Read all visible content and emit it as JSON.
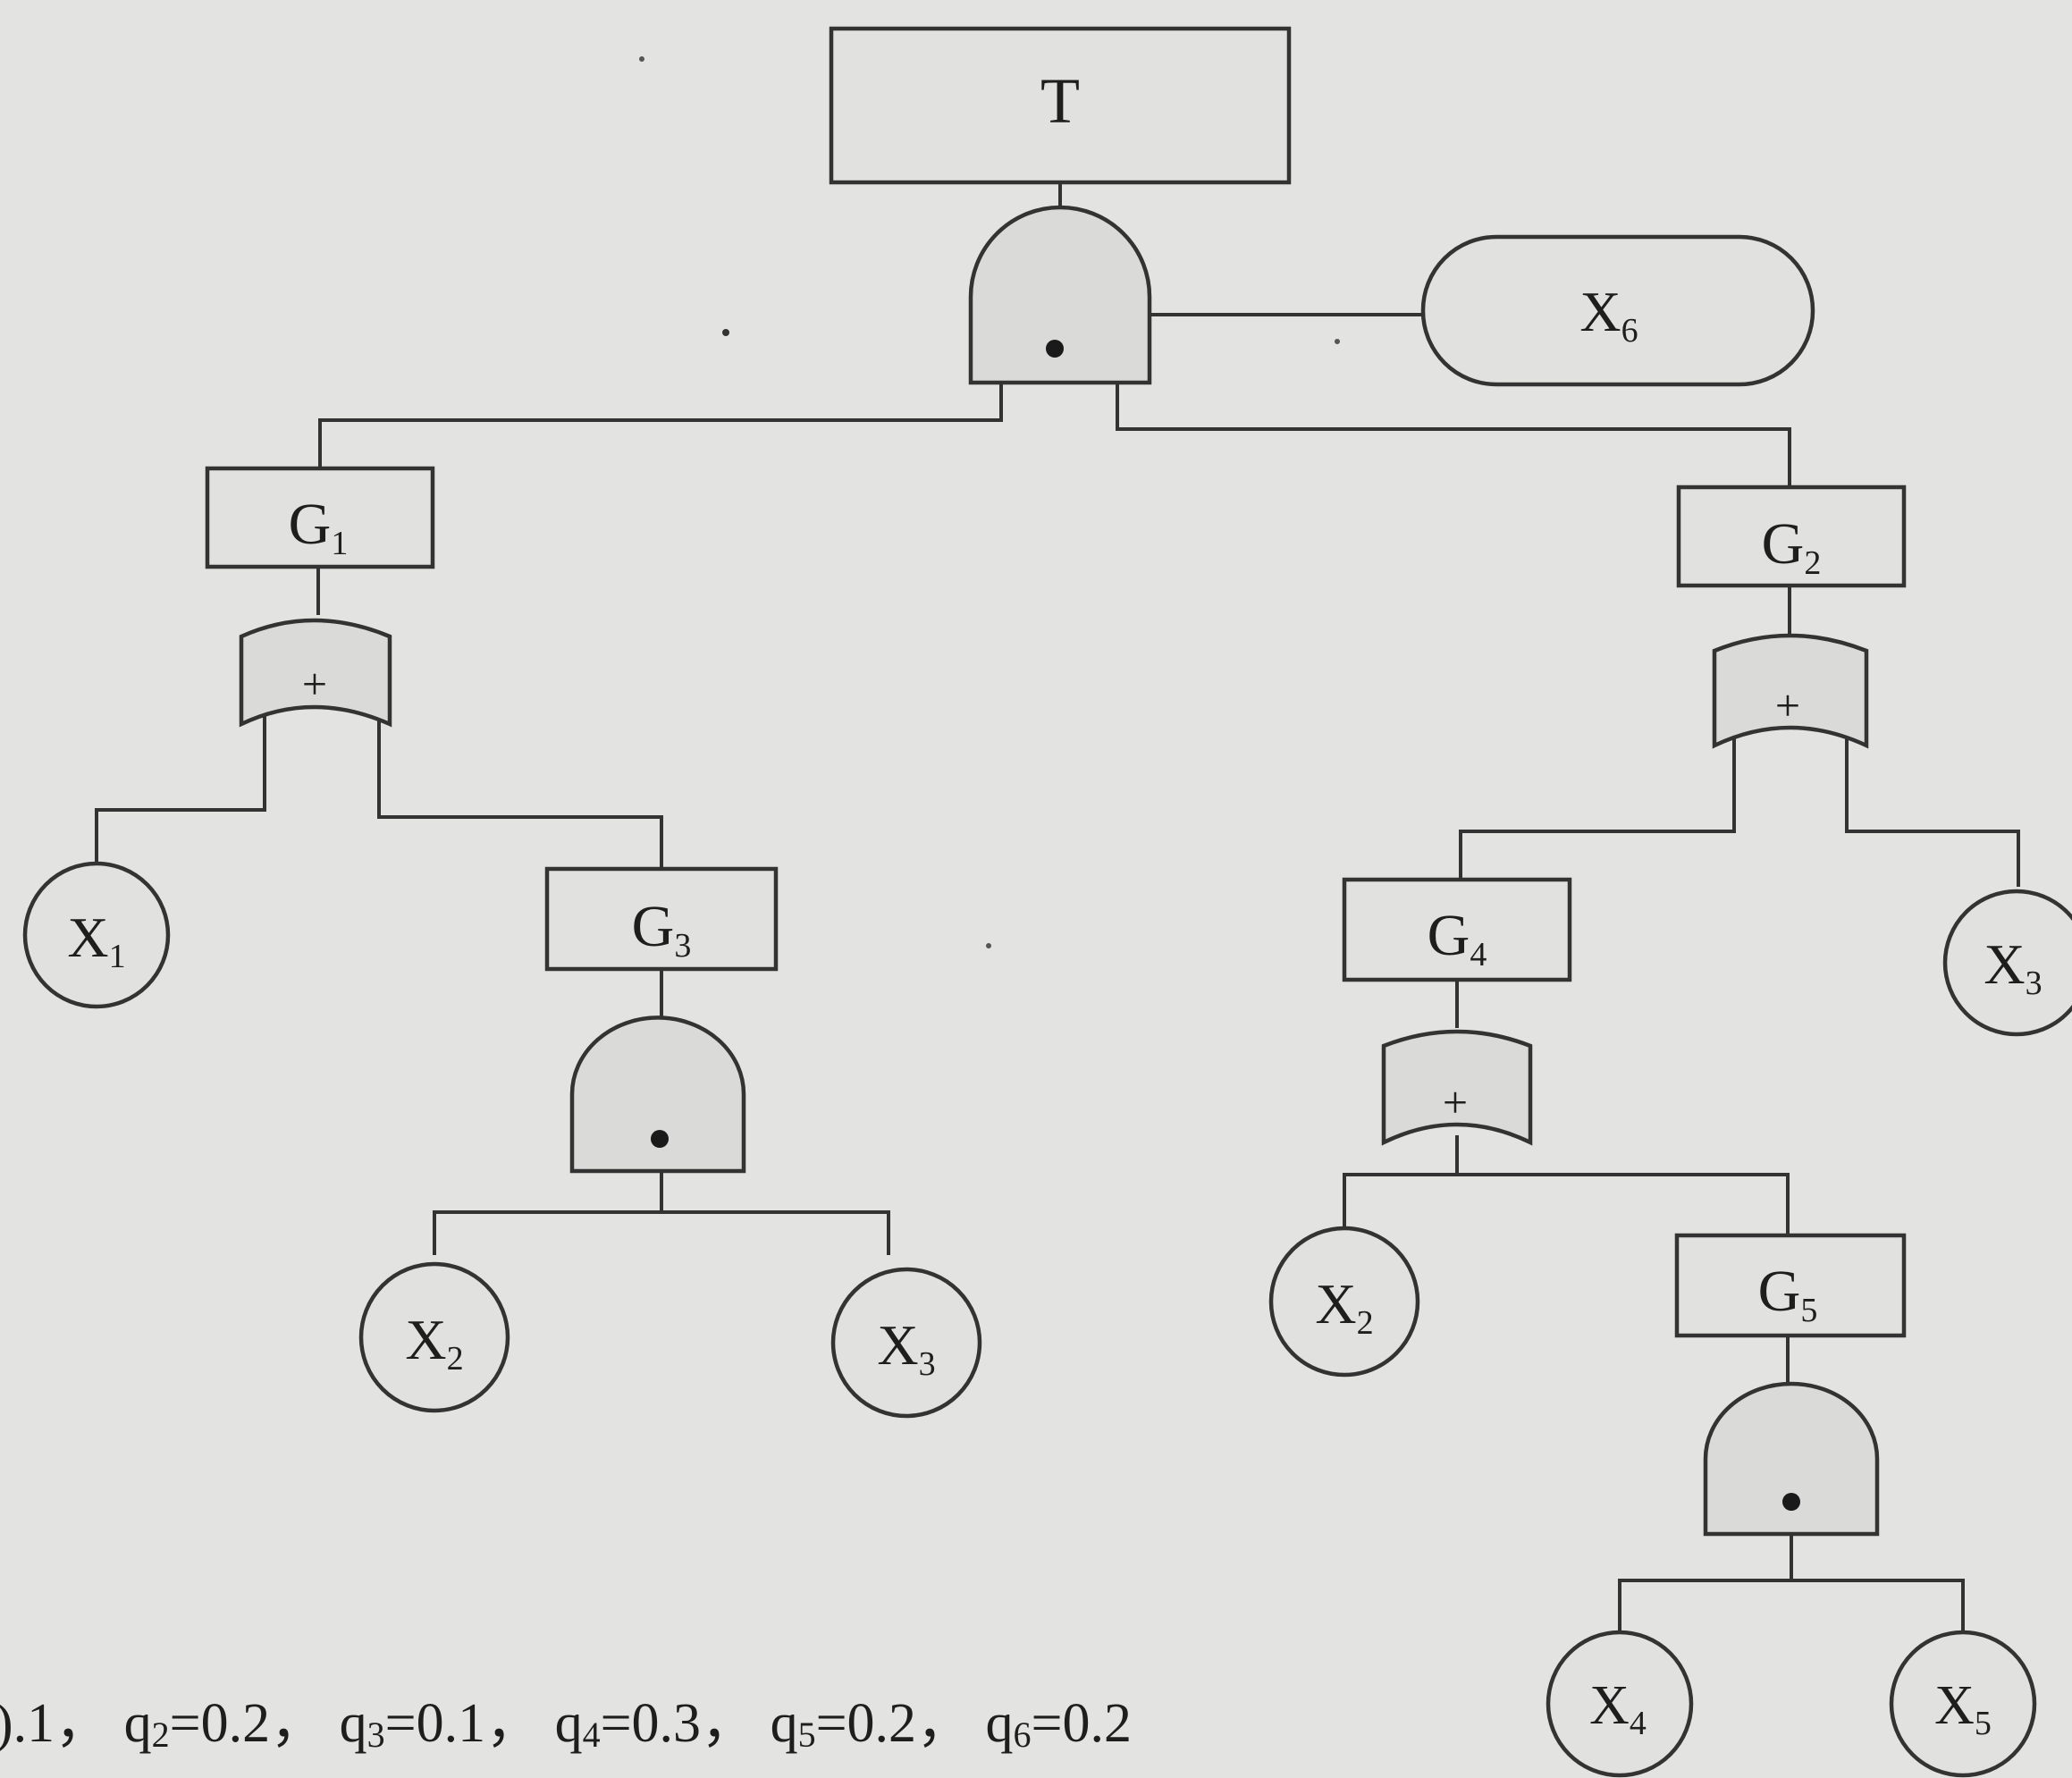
{
  "diagram": {
    "top_event": "T",
    "nodes": {
      "g1": "G1",
      "g2": "G2",
      "g3": "G3",
      "g4": "G4",
      "g5": "G5",
      "x6": "X6",
      "x1": "X1",
      "x2_left": "X2",
      "x3_left": "X3",
      "x3_right": "X3",
      "x2_right": "X2",
      "x4": "X4",
      "x5": "X5"
    },
    "gate_symbols": {
      "and": "•",
      "or": "+"
    }
  },
  "probabilities": {
    "text_start": ").1，",
    "items": [
      {
        "var": "q",
        "sub": "2",
        "value": "=0.2，"
      },
      {
        "var": "q",
        "sub": "3",
        "value": "=0.1，"
      },
      {
        "var": "q",
        "sub": "4",
        "value": "=0.3，"
      },
      {
        "var": "q",
        "sub": "5",
        "value": "=0.2，"
      },
      {
        "var": "q",
        "sub": "6",
        "value": "=0.2"
      }
    ]
  }
}
